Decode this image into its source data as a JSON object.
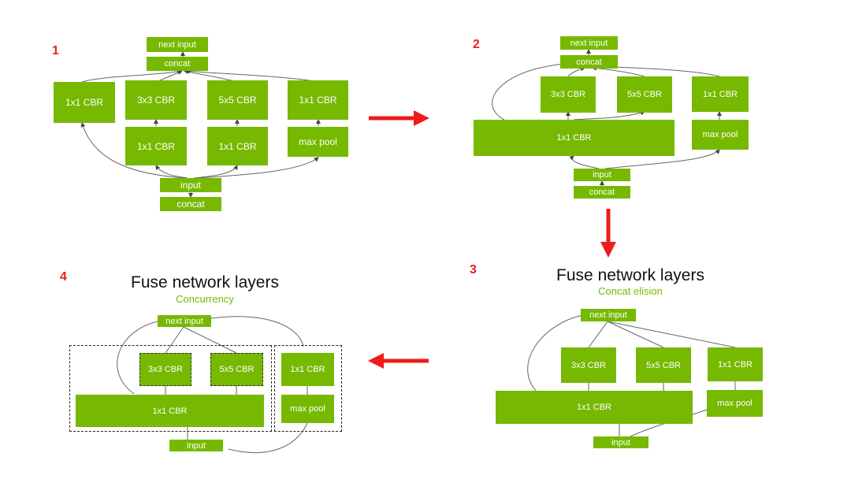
{
  "colors": {
    "node": "#76b900",
    "arrow": "#ee1c1c",
    "wire": "#666666"
  },
  "step_1": {
    "number": "1",
    "nodes": {
      "next_input": "next input",
      "concat_top": "concat",
      "cbr_1x1_left": "1x1 CBR",
      "cbr_3x3": "3x3 CBR",
      "cbr_5x5": "5x5 CBR",
      "cbr_1x1_right": "1x1 CBR",
      "cbr_1x1_a": "1x1 CBR",
      "cbr_1x1_b": "1x1 CBR",
      "max_pool": "max pool",
      "input": "input",
      "concat_bottom": "concat"
    }
  },
  "step_2": {
    "number": "2",
    "nodes": {
      "next_input": "next input",
      "concat_top": "concat",
      "cbr_3x3": "3x3 CBR",
      "cbr_5x5": "5x5 CBR",
      "cbr_1x1_right": "1x1 CBR",
      "cbr_1x1_wide": "1x1 CBR",
      "max_pool": "max pool",
      "input": "input",
      "concat_bottom": "concat"
    }
  },
  "step_3": {
    "number": "3",
    "title": "Fuse network layers",
    "subtitle": "Concat elision",
    "nodes": {
      "next_input": "next input",
      "cbr_3x3": "3x3 CBR",
      "cbr_5x5": "5x5 CBR",
      "cbr_1x1_right": "1x1 CBR",
      "cbr_1x1_wide": "1x1 CBR",
      "max_pool": "max pool",
      "input": "input"
    }
  },
  "step_4": {
    "number": "4",
    "title": "Fuse network layers",
    "subtitle": "Concurrency",
    "nodes": {
      "next_input": "next input",
      "cbr_3x3": "3x3 CBR",
      "cbr_5x5": "5x5 CBR",
      "cbr_1x1_wide": "1x1 CBR",
      "cbr_1x1_right": "1x1 CBR",
      "max_pool": "max pool",
      "input": "input"
    }
  }
}
